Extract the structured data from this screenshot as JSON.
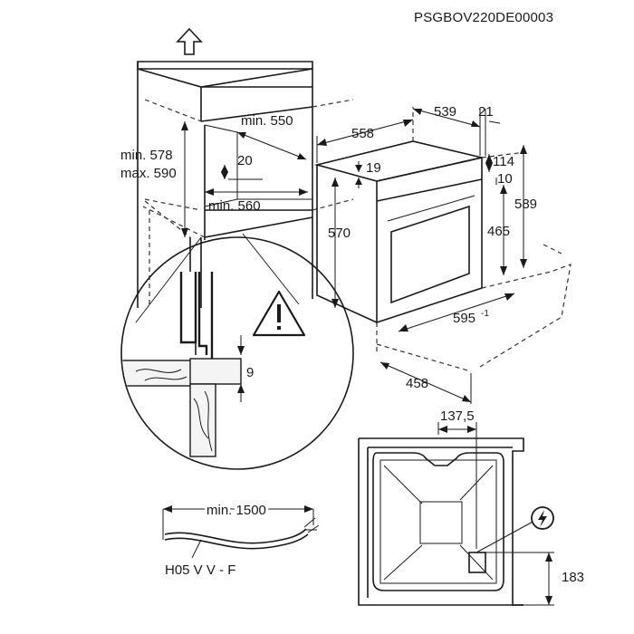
{
  "document_code": "PSGBOV220DE00003",
  "cabinet": {
    "height_range": [
      "min. 578",
      "max. 590"
    ],
    "depth_min": "min. 550",
    "width_min": "min. 560",
    "vent_gap": "20"
  },
  "detail": {
    "gap": "9"
  },
  "oven": {
    "depth_total": "558",
    "depth_body": "539",
    "front_thickness": "21",
    "top_offset": "19",
    "panel_top": "114",
    "panel_gap": "10",
    "body_height": "570",
    "cavity_height": "465",
    "total_height": "589",
    "width": "595",
    "width_tolerance": "-1",
    "bottom_depth": "458"
  },
  "rear_view": {
    "connection_offset": "137,5",
    "connection_height": "183"
  },
  "cable": {
    "length_min": "min. 1500",
    "type": "H05 V V - F"
  },
  "icons": [
    "up-arrow-icon",
    "warning-triangle-icon",
    "electrical-connection-icon"
  ]
}
